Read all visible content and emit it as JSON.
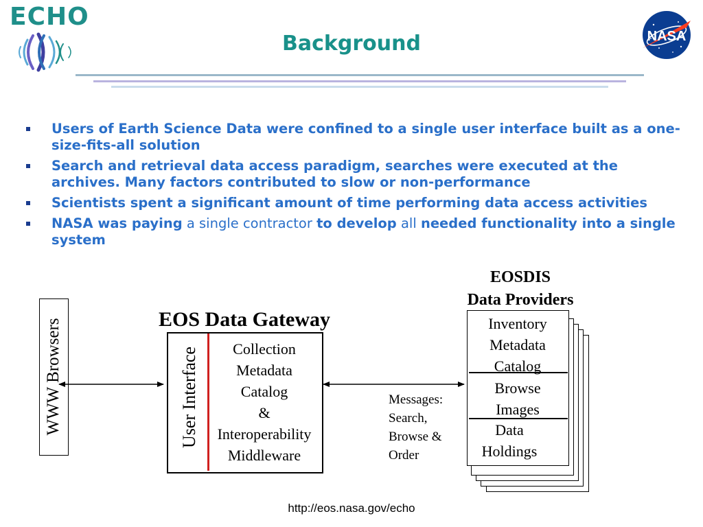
{
  "header": {
    "logo_text": "ECHO",
    "title": "Background",
    "nasa_logo_text": "NASA"
  },
  "bullets": [
    {
      "parts": [
        {
          "text": "Users of Earth Science Data were confined to a single user interface built as a one-size-fits-all solution",
          "bold": true
        }
      ]
    },
    {
      "parts": [
        {
          "text": "Search and retrieval data access paradigm, searches were executed at the archives. Many factors contributed to slow or non-performance",
          "bold": true
        }
      ]
    },
    {
      "parts": [
        {
          "text": "Scientists spent a significant amount of time performing data access activities",
          "bold": true
        }
      ]
    },
    {
      "parts": [
        {
          "text": "NASA was paying",
          "bold": true
        },
        {
          "text": " a single contractor ",
          "bold": false
        },
        {
          "text": "to develop",
          "bold": true
        },
        {
          "text": " all ",
          "bold": false
        },
        {
          "text": "needed functionality into a single system",
          "bold": true
        }
      ]
    }
  ],
  "diagram": {
    "providers_title_line1": "EOSDIS",
    "providers_title_line2": "Data Providers",
    "gateway_title": "EOS Data Gateway",
    "browsers_label": "WWW Browsers",
    "user_interface_label": "User Interface",
    "gateway_lines": [
      "Collection",
      "Metadata",
      "Catalog",
      "&",
      "Interoperability",
      "Middleware"
    ],
    "messages_lines": [
      "Messages:",
      "Search,",
      "Browse &",
      "Order"
    ],
    "provider_section1": [
      "Inventory",
      "Metadata",
      "Catalog"
    ],
    "provider_section2": [
      "Browse",
      "Images"
    ],
    "provider_section3": [
      "Data",
      "Holdings"
    ]
  },
  "footer": {
    "url": "http://eos.nasa.gov/echo"
  },
  "colors": {
    "teal_title": "#19918a",
    "bullet_text": "#2a6fc9",
    "divider_red": "#d0201f"
  }
}
